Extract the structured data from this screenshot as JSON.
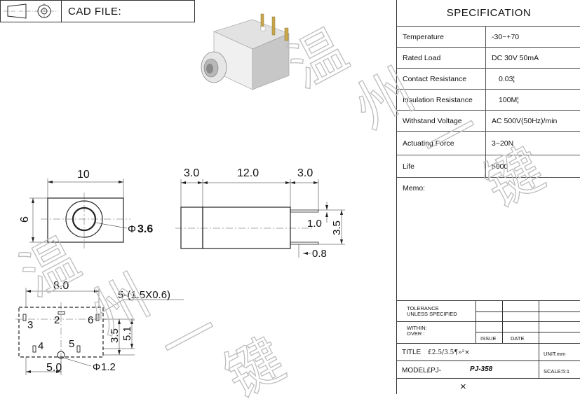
{
  "header": {
    "title": "CAD FILE:"
  },
  "spec": {
    "title": "SPECIFICATION",
    "rows": [
      {
        "label": "Temperature",
        "value": "-30~+70"
      },
      {
        "label": "Rated Load",
        "value": "DC 30V 50mA"
      },
      {
        "label": "Contact Resistance",
        "value": "0.03¦"
      },
      {
        "label": "Insulation Resistance",
        "value": "100M¦"
      },
      {
        "label": "Withstand Voltage",
        "value": "AC 500V(50Hz)/min"
      },
      {
        "label": "Actuating Force",
        "value": "3~20N"
      },
      {
        "label": "Life",
        "value": "5000"
      }
    ],
    "memo_label": "Memo:"
  },
  "title_block": {
    "tolerance_line1": "TOLERANCE",
    "tolerance_line2": "UNLESS SPECIFIED",
    "within": "WITHIN:",
    "over": "OVER :",
    "issue": "ISSUE",
    "date": "DATE",
    "title_label": "TITLE",
    "title_value": "£2.5/3.5¶»²×",
    "unit": "UNIT:mm",
    "model_label": "MODEL£PJ-",
    "model_value": "PJ-358",
    "scale": "SCALE:5:1",
    "bottom_mark": "×"
  },
  "drawing": {
    "front_width": "10",
    "front_height": "6",
    "hole_diameter": "3.6",
    "side_left": "3.0",
    "side_body": "12.0",
    "side_right": "3.0",
    "side_pin_gap": "1.0",
    "side_height": "3.5",
    "side_pin": "0.8",
    "bottom_width": "8.0",
    "pad_spec": "5-(1.5X0.6)",
    "pin_labels": [
      "2",
      "6",
      "3",
      "4",
      "5"
    ],
    "bottom_h1": "3.5",
    "bottom_h2": "5.1",
    "bottom_pos": "5.0",
    "bottom_hole": "1.2",
    "phi_symbol": "Φ"
  },
  "watermark": [
    "温",
    "州",
    "一",
    "键",
    "温",
    "州",
    "一",
    "键"
  ]
}
